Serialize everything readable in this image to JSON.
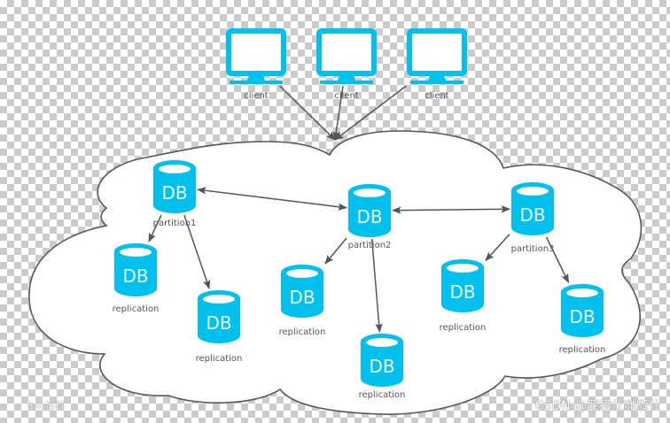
{
  "diagram": {
    "title": "Database partitioning and replication",
    "accent_color": "#00c0ee",
    "line_color": "#555555",
    "clients": [
      {
        "id": "c1",
        "label": "client"
      },
      {
        "id": "c2",
        "label": "client"
      },
      {
        "id": "c3",
        "label": "client"
      }
    ],
    "partitions": [
      {
        "id": "p1",
        "text": "DB",
        "label": "partition1"
      },
      {
        "id": "p2",
        "text": "DB",
        "label": "partition2"
      },
      {
        "id": "p3",
        "text": "DB",
        "label": "partition3"
      }
    ],
    "replications": [
      {
        "id": "r1a",
        "parent": "p1",
        "text": "DB",
        "label": "replication"
      },
      {
        "id": "r1b",
        "parent": "p1",
        "text": "DB",
        "label": "replication"
      },
      {
        "id": "r2a",
        "parent": "p2",
        "text": "DB",
        "label": "replication"
      },
      {
        "id": "r2b",
        "parent": "p2",
        "text": "DB",
        "label": "replication"
      },
      {
        "id": "r3a",
        "parent": "p3",
        "text": "DB",
        "label": "replication"
      },
      {
        "id": "r3b",
        "parent": "p3",
        "text": "DB",
        "label": "replication"
      }
    ],
    "edges": [
      {
        "from": "c1",
        "to": "cloud",
        "type": "arrow"
      },
      {
        "from": "c2",
        "to": "cloud",
        "type": "arrow"
      },
      {
        "from": "c3",
        "to": "cloud",
        "type": "arrow"
      },
      {
        "from": "p1",
        "to": "p2",
        "type": "bidirectional"
      },
      {
        "from": "p2",
        "to": "p3",
        "type": "bidirectional"
      },
      {
        "from": "p1",
        "to": "r1a",
        "type": "arrow"
      },
      {
        "from": "p1",
        "to": "r1b",
        "type": "arrow"
      },
      {
        "from": "p2",
        "to": "r2a",
        "type": "arrow"
      },
      {
        "from": "p2",
        "to": "r2b",
        "type": "arrow"
      },
      {
        "from": "p3",
        "to": "r3a",
        "type": "arrow"
      },
      {
        "from": "p3",
        "to": "r3b",
        "type": "arrow"
      }
    ]
  },
  "watermarks": {
    "csdn": "CSDN @龍揹仩哋騎仕",
    "baidu": "Bai 百科"
  }
}
